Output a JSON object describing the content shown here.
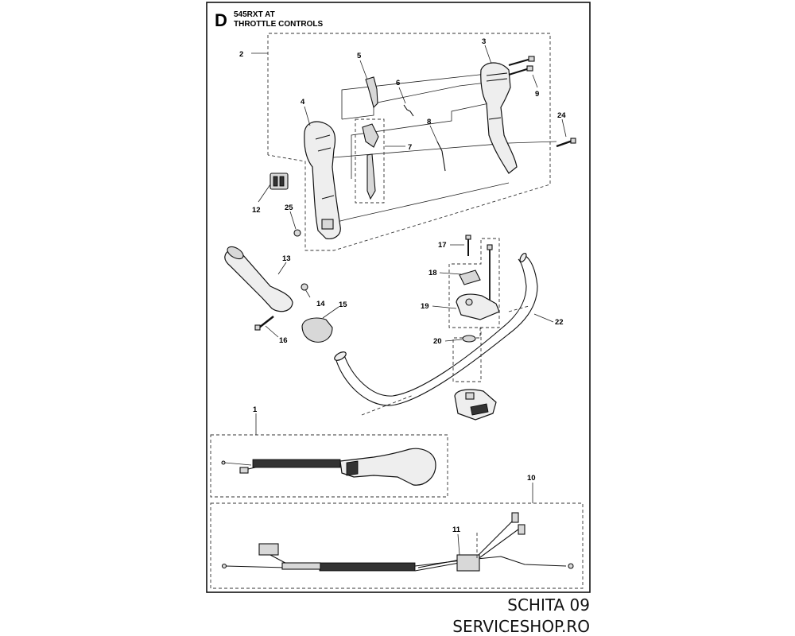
{
  "header": {
    "letter": "D",
    "model": "545RXT AT",
    "section": "THROTTLE CONTROLS"
  },
  "part_numbers": [
    "1",
    "2",
    "3",
    "4",
    "5",
    "6",
    "7",
    "8",
    "9",
    "10",
    "11",
    "12",
    "13",
    "14",
    "15",
    "16",
    "17",
    "18",
    "19",
    "20",
    "22",
    "24",
    "25"
  ],
  "footer": {
    "sheet": "SCHITA 09",
    "site": "SERVICESHOP.RO"
  }
}
